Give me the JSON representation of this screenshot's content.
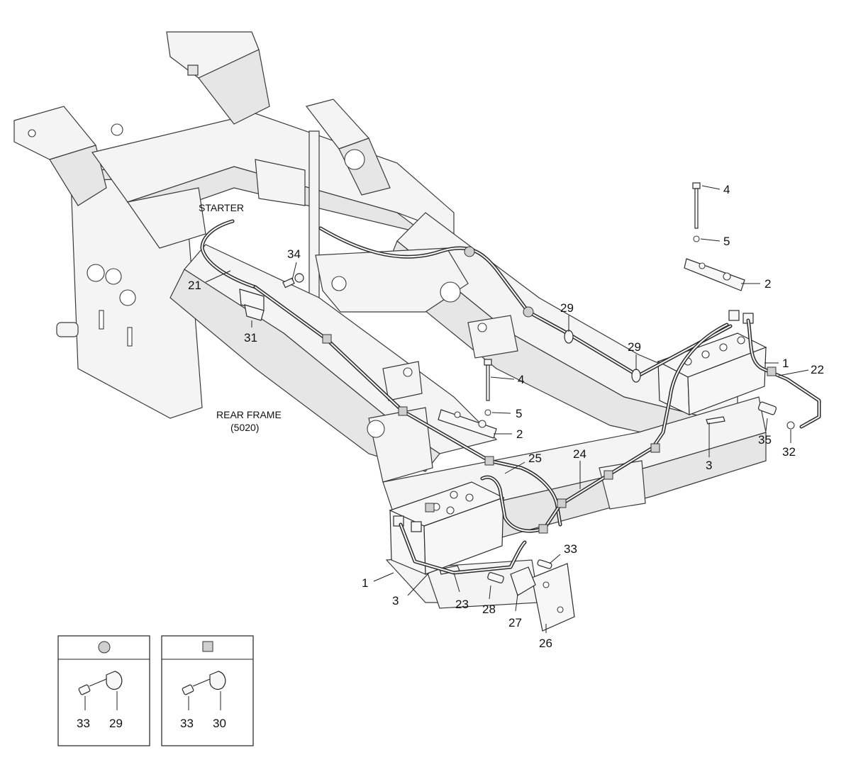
{
  "labels": {
    "starter": "STARTER",
    "rear_frame": "REAR FRAME",
    "rear_frame_code": "(5020)"
  },
  "callouts": {
    "c4a": "4",
    "c5a": "5",
    "c2a": "2",
    "c1a": "1",
    "c22": "22",
    "c29a": "29",
    "c29b": "29",
    "c4b": "4",
    "c5b": "5",
    "c2b": "2",
    "c3a": "3",
    "c35": "35",
    "c32": "32",
    "c34": "34",
    "c21": "21",
    "c31": "31",
    "c25": "25",
    "c24": "24",
    "c1b": "1",
    "c3b": "3",
    "c23": "23",
    "c28": "28",
    "c27": "27",
    "c33a": "33",
    "c26": "26"
  },
  "legend": [
    {
      "symbol": "dot-clip",
      "bolt": "33",
      "clamp": "29"
    },
    {
      "symbol": "square-clip",
      "bolt": "33",
      "clamp": "30"
    }
  ]
}
